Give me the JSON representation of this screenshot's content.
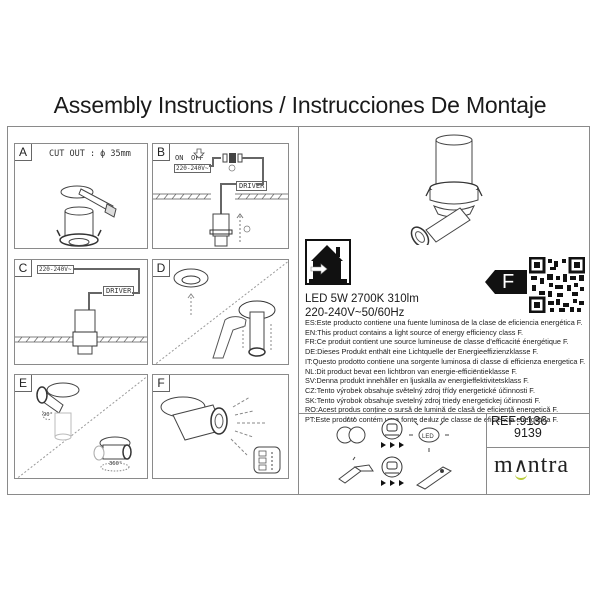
{
  "document": {
    "title": "Assembly Instructions / Instrucciones De Montaje"
  },
  "panels": [
    {
      "id": "A",
      "label": "A",
      "text": [
        "CUT OUT : ϕ 35mm"
      ]
    },
    {
      "id": "B",
      "label": "B",
      "text": [
        "ON",
        "OFF",
        "220-240V~",
        "DRIVER",
        "①",
        "②"
      ]
    },
    {
      "id": "C",
      "label": "C",
      "text": [
        "220-240V~",
        "DRIVER"
      ]
    },
    {
      "id": "D",
      "label": "D",
      "text": []
    },
    {
      "id": "E",
      "label": "E",
      "text": [
        "90°",
        "360°"
      ]
    },
    {
      "id": "F",
      "label": "F",
      "text": []
    }
  ],
  "product": {
    "specs_line1": "LED 5W 2700K 310lm",
    "specs_line2": "220-240V~50/60Hz",
    "energy_class": "F",
    "icons": [
      "indoor-use-icon",
      "energy-class-arrow-icon",
      "qr-code-icon"
    ]
  },
  "energy_statements": [
    "ES:Este producto contiene una fuente luminosa de la clase de eficiencia energética F.",
    "EN:This product contains a light source of energy efficiency class F.",
    "FR:Ce produit contient une source lumineuse de classe d'efficacité énergétique F.",
    "DE:Dieses Produkt enthält eine Lichtquelle der Energieeffizienzklasse F.",
    "IT:Questo prodotto contiene una sorgente luminosa di classe di efficienza energetica F.",
    "NL:Dit product bevat een lichtbron van energie-efficiëntieklasse F.",
    "SV:Denna produkt innehåller en ljuskälla av energieffektivitetsklass F.",
    "CZ:Tento výrobek obsahuje světelný zdroj třídy energetické účinnosti F.",
    "SK:Tento výrobok obsahuje svetelný zdroj triedy energetickej účinnosti F.",
    "RO:Acest produs conține o sursă de lumină de clasă de eficiență energetică F.",
    "PT:Este produto contém uma fonte de luz de classe de eficiência energética F."
  ],
  "replacement": {
    "row1": [
      "broken-led-icon",
      "technician-icon",
      "led-icon"
    ],
    "row2": [
      "broken-driver-icon",
      "technician-icon",
      "driver-icon"
    ],
    "led_label": "LED"
  },
  "reference": {
    "prefix": "REF:",
    "codes": [
      "9136",
      "9139"
    ],
    "line1": "REF:9136",
    "line2": "9139"
  },
  "brand": {
    "name": "mantra",
    "part1": "m",
    "part2": "ntra",
    "accent_color": "#b9cc3a"
  }
}
